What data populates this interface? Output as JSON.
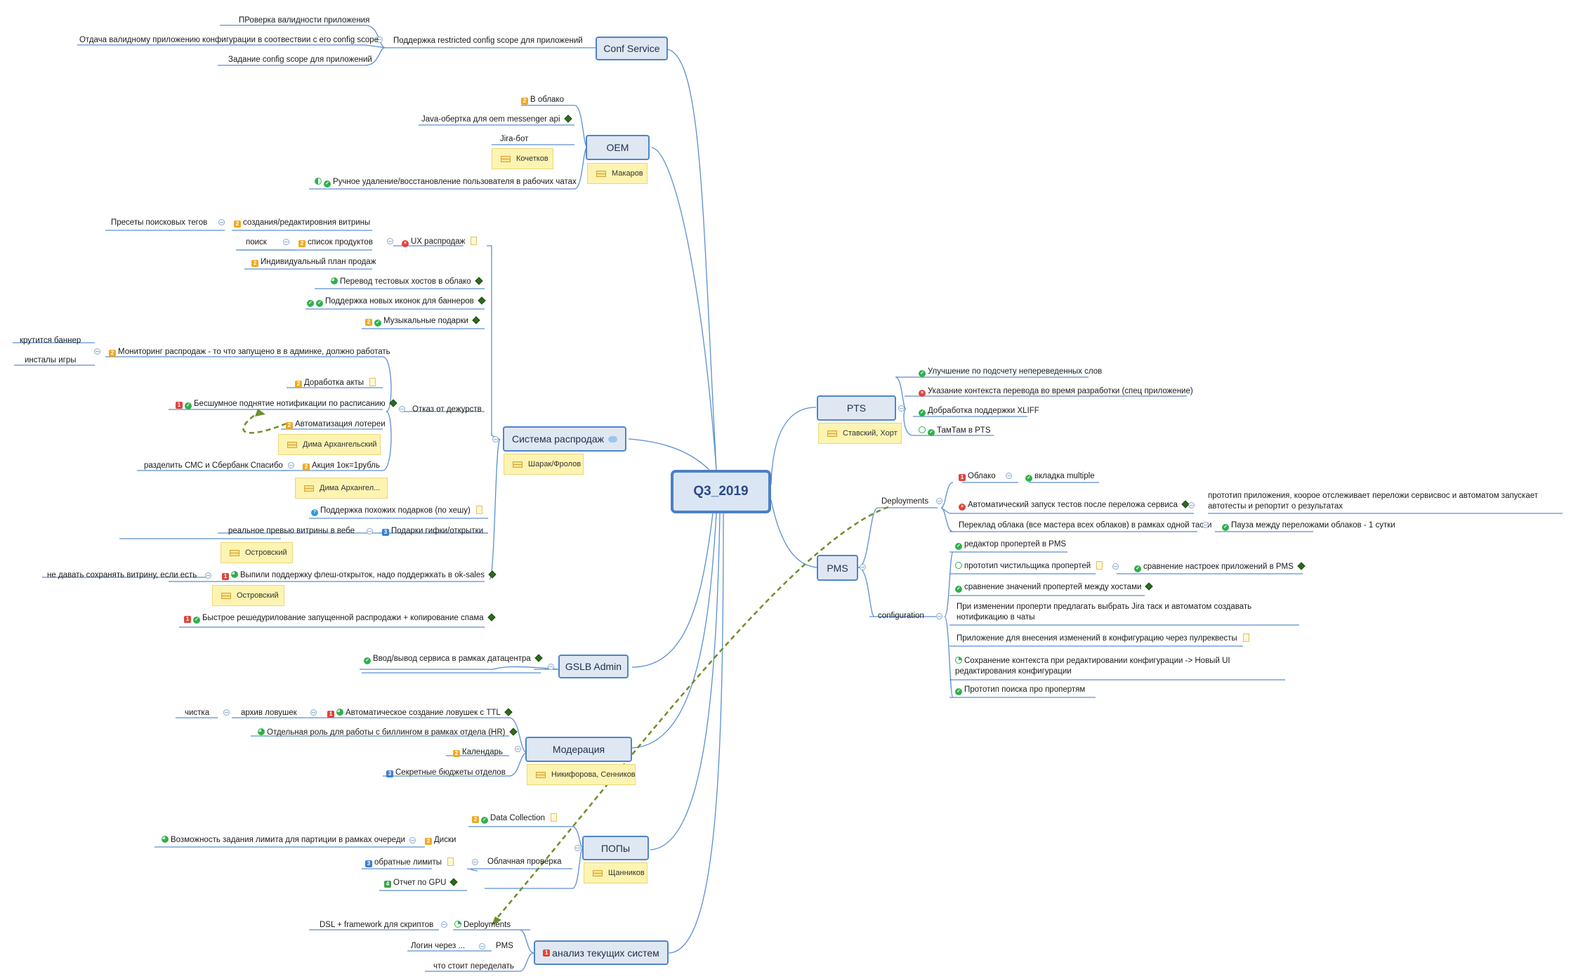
{
  "map": {
    "central": "Q3_2019",
    "conf_service": {
      "title": "Conf Service",
      "child": "Поддержка restricted config scope для приложений",
      "items": [
        "ПРоверка валидности приложения",
        "Отдача валидному приложению конфигурации в соотвествии с его  config scope",
        "Задание config scope для приложений"
      ]
    },
    "oem": {
      "title": "OEM",
      "label": "Макаров",
      "items": [
        "В облако",
        "Java-обертка для oem messenger api",
        "Jira-бот",
        "Ручное удаление/восстановление пользователя в рабочих чатах"
      ],
      "jira_label": "Кочетков"
    },
    "sales": {
      "title": "Система распродаж",
      "label": "Шарак/Фролов",
      "ux": "UX распродаж",
      "ux_items": [
        "создания/редактировния витрины",
        "список продуктов",
        "Индивидуальный план продаж"
      ],
      "ux_sub": [
        "Пресеты поисковых тегов",
        "поиск"
      ],
      "items": [
        "Перевод тестовых хостов в облако",
        "Поддержка новых иконок для баннеров",
        "Музыкальные подарки"
      ],
      "duty": "Отказ от дежурств",
      "duty_items": [
        "Мониторинг распродаж  - то что запущено в  в админке, должно работать",
        "Доработка акты",
        "Бесшумное поднятие нотификации по расписанию",
        "Автоматизация лотереи",
        "Акция 1ок=1рубль"
      ],
      "duty_sub": [
        "крутится баннер",
        "инсталы игры",
        "разделить СМС и Сбербанк Спасибо"
      ],
      "duty_labels": [
        "Дима Архангельский",
        "Дима Архангел..."
      ],
      "similar": "Поддержка похожих подарков (по хешу)",
      "gifs": "Подарки гифки/открытки",
      "gifs_sub": "реальное превью витрины в вебе",
      "flash": "Выпили поддержку флеш-открыток, надо поддержкать в ok-sales",
      "flash_sub": "не давать сохранять витрину, если есть",
      "ostrovsky": "Островский",
      "fast": "Быстрое решедурилование запущенной распродажи + копирование спама"
    },
    "gslb": {
      "title": "GSLB Admin",
      "item": "Ввод/вывод сервиса в рамках датацентра"
    },
    "moderation": {
      "title": "Модерация",
      "label": "Никифорова, Сенников",
      "items": [
        "Автоматическое создание ловушек с TTL",
        "Отдельная роль для работы с биллингом в рамках отдела (HR)",
        "Календарь",
        "Секретные бюджеты отделов"
      ],
      "sub": [
        "архив ловушек",
        "чистка"
      ]
    },
    "pops": {
      "title": "ПОПы",
      "label": "Щанников",
      "items": [
        "Data Collection",
        "Облачная проверка"
      ],
      "cloud_items": [
        "Диски",
        "обратные лимиты",
        "Отчет по GPU"
      ],
      "disk_sub": "Возможность задания лимита для партиции в рамках очереди"
    },
    "analysis": {
      "title": "анализ текущих систем",
      "items": [
        "Deployments",
        "PMS",
        "что стоит переделать"
      ],
      "sub": [
        "DSL + framework для скриптов",
        "Логин через ..."
      ]
    },
    "pts": {
      "title": "PTS",
      "label": "Ставский, Хорт",
      "items": [
        "Улучшение по подсчету непереведенных слов",
        "Указание контекста перевода во время разработки (спец приложение)",
        "Добработка поддержки XLIFF",
        "ТамТам в PTS"
      ]
    },
    "pms": {
      "title": "PMS",
      "deployments": "Deployments",
      "dep_items": [
        "Облако",
        "Автоматический запуск тестов после переложа сервиса",
        "Переклад облака (все мастера всех облаков) в рамках одной таски"
      ],
      "dep_sub": [
        "вкладка multiple",
        "прототип приложения, коорое отслеживает переложи сервисвос и автоматом запускает автотесты и репортит о результатах",
        "Пауза между переложами облаков - 1 сутки"
      ],
      "configuration": "configuration",
      "conf_items": [
        "редактор пропертей в PMS",
        "прототип чистильщика пропертей",
        "сравнение значений пропертей между хостами",
        "При изменении проперти предлагать выбрать Jira таск и автоматом создавать нотификацию в чаты",
        "Приложение для внесения изменений в конфигурацию через пулреквесты",
        "Сохранение контекста при редактировании конфигурации -> Новый UI редактирования конфигурации",
        "Прототип поиска про пропертям"
      ],
      "conf_sub": "сравнение настроек приложений в PMS"
    }
  },
  "colors": {
    "line": "#5b8fd0",
    "dashed": "#6e8e2c",
    "topic_fill": "#dfe7f2",
    "label_fill": "#fdf4b2"
  }
}
